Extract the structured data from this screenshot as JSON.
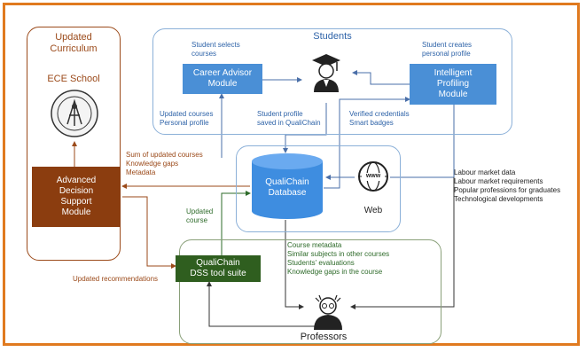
{
  "groups": {
    "ece": {
      "title": "Updated\nCurriculum",
      "subtitle": "ECE School"
    },
    "students": {
      "title": "Students"
    },
    "professors": {
      "title": "Professors"
    }
  },
  "boxes": {
    "career_advisor": "Career Advisor\nModule",
    "intelligent_profiling": "Intelligent\nProfiling\nModule",
    "advanced_decision": "Advanced\nDecision\nSupport\nModule",
    "qualichain_db": "QualiChain\nDatabase",
    "dss_tool": "QualiChain\nDSS tool suite",
    "web": "Web"
  },
  "labels": {
    "student_selects": "Student selects\ncourses",
    "student_creates": "Student creates\npersonal profile",
    "updated_courses": "Updated courses\nPersonal profile",
    "student_profile_saved": "Student profile\nsaved in QualiChain",
    "verified_credentials": "Verified credentials\nSmart badges",
    "sum_updated": "Sum of updated courses\nKnowledge gaps\nMetadata",
    "labour_market": "Labour market data\nLabour market requirements\nPopular professions for graduates\nTechnological developments",
    "updated_course": "Updated\ncourse",
    "course_metadata": "Course metadata\nSimilar subjects in other courses\nStudents' evaluations\nKnowledge gaps in the course",
    "updated_recommendations": "Updated recommendations",
    "www": "www"
  },
  "colors": {
    "frame": "#e07a1f",
    "blue_box": "#4a8fd6",
    "brown_box": "#8b3d0f",
    "green_box": "#2f5e1f",
    "db": "#3e8de0",
    "blue_text": "#2e63a8",
    "brown_text": "#9b4a1a",
    "green_text": "#2e6b2a"
  },
  "icons": [
    "graduate-icon",
    "professor-icon",
    "globe-icon",
    "university-seal-icon"
  ]
}
